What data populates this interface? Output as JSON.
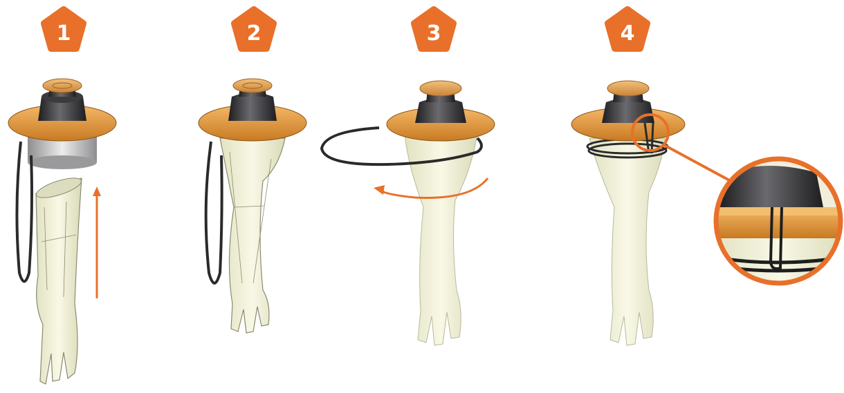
{
  "steps": [
    {
      "number": "1"
    },
    {
      "number": "2"
    },
    {
      "number": "3"
    },
    {
      "number": "4"
    }
  ],
  "colors": {
    "accent": "#E8702A",
    "flange": "#E9A24A",
    "flange_dark": "#B86E1E",
    "cap": "#E7A860",
    "dark_ring": "#2F2F31",
    "glove": "#EFEFD2",
    "glove_edge": "#8A8A70",
    "cord": "#2A2A2A",
    "sleeve": "#D4D4D4"
  },
  "icons": {
    "badge": "pentagon-badge",
    "insert_arrow": "arrow-up",
    "rotate_arrow": "arrow-curved-left",
    "zoom": "magnifier-callout"
  }
}
